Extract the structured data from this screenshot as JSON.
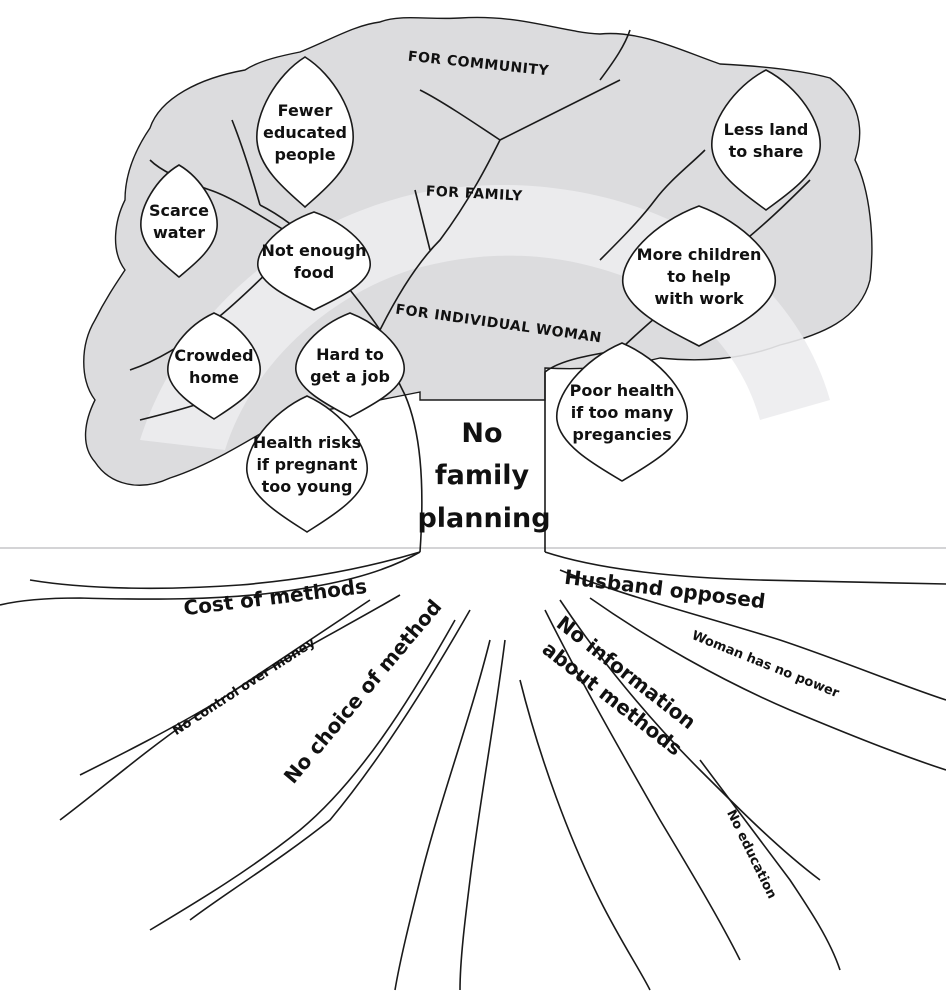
{
  "colors": {
    "canopy": "#dcdcde",
    "halo": "#ececee",
    "line": "#1a1a1a",
    "leaf_fill": "#ffffff"
  },
  "trunk": {
    "lines": [
      "No",
      "family",
      "planning"
    ]
  },
  "levels": {
    "community": "FOR COMMUNITY",
    "family": "FOR FAMILY",
    "individual": "FOR INDIVIDUAL WOMAN"
  },
  "leaves": [
    {
      "id": "fewer-educated-people",
      "lines": [
        "Fewer",
        "educated",
        "people"
      ]
    },
    {
      "id": "scarce-water",
      "lines": [
        "Scarce",
        "water"
      ]
    },
    {
      "id": "not-enough-food",
      "lines": [
        "Not enough",
        "food"
      ]
    },
    {
      "id": "crowded-home",
      "lines": [
        "Crowded",
        "home"
      ]
    },
    {
      "id": "hard-to-get-a-job",
      "lines": [
        "Hard to",
        "get a job"
      ]
    },
    {
      "id": "health-risks-if-pregnant-too-young",
      "lines": [
        "Health risks",
        "if pregnant",
        "too young"
      ]
    },
    {
      "id": "less-land-to-share",
      "lines": [
        "Less land",
        "to share"
      ]
    },
    {
      "id": "more-children-to-help-with-work",
      "lines": [
        "More children",
        "to help",
        "with work"
      ]
    },
    {
      "id": "poor-health-if-too-many-pregancies",
      "lines": [
        "Poor health",
        "if too many",
        "pregancies"
      ]
    }
  ],
  "roots": [
    {
      "id": "cost-of-methods",
      "text": "Cost of methods"
    },
    {
      "id": "no-control-over-money",
      "text": "No control over money"
    },
    {
      "id": "no-choice-of-method",
      "text": "No choice of method"
    },
    {
      "id": "husband-opposed",
      "text": "Husband opposed"
    },
    {
      "id": "woman-has-no-power",
      "text": "Woman has no power"
    },
    {
      "id": "no-information-about-methods",
      "lines": [
        "No information",
        "about methods"
      ]
    },
    {
      "id": "no-education",
      "text": "No education"
    }
  ]
}
